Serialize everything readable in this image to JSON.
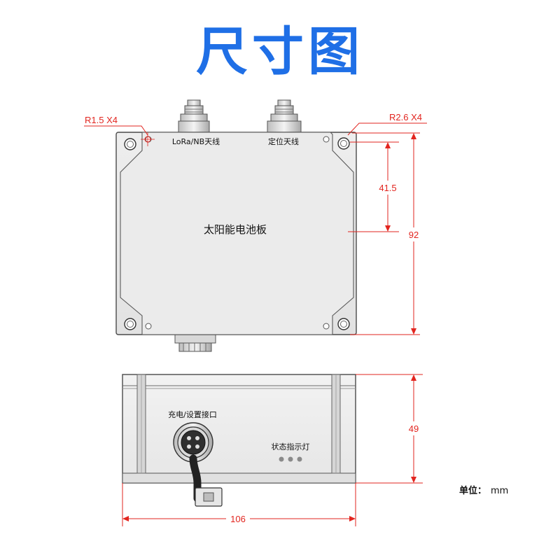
{
  "title": "尺寸图",
  "colors": {
    "title": "#1f6fe6",
    "dimension": "#e2251f",
    "housing": "#e9e9e9",
    "outline": "#4a4a4a",
    "label": "#111111"
  },
  "top_view": {
    "antenna_left_label": "LoRa/NB天线",
    "antenna_right_label": "定位天线",
    "center_label": "太阳能电池板",
    "radius_left": "R1.5 X4",
    "radius_right": "R2.6 X4",
    "dim_hole_spacing": "41.5",
    "dim_height": "92"
  },
  "side_view": {
    "port_label": "充电/设置接口",
    "indicator_label": "状态指示灯",
    "dim_height": "49",
    "dim_width": "106"
  },
  "unit": {
    "label": "单位：",
    "value": "mm"
  }
}
